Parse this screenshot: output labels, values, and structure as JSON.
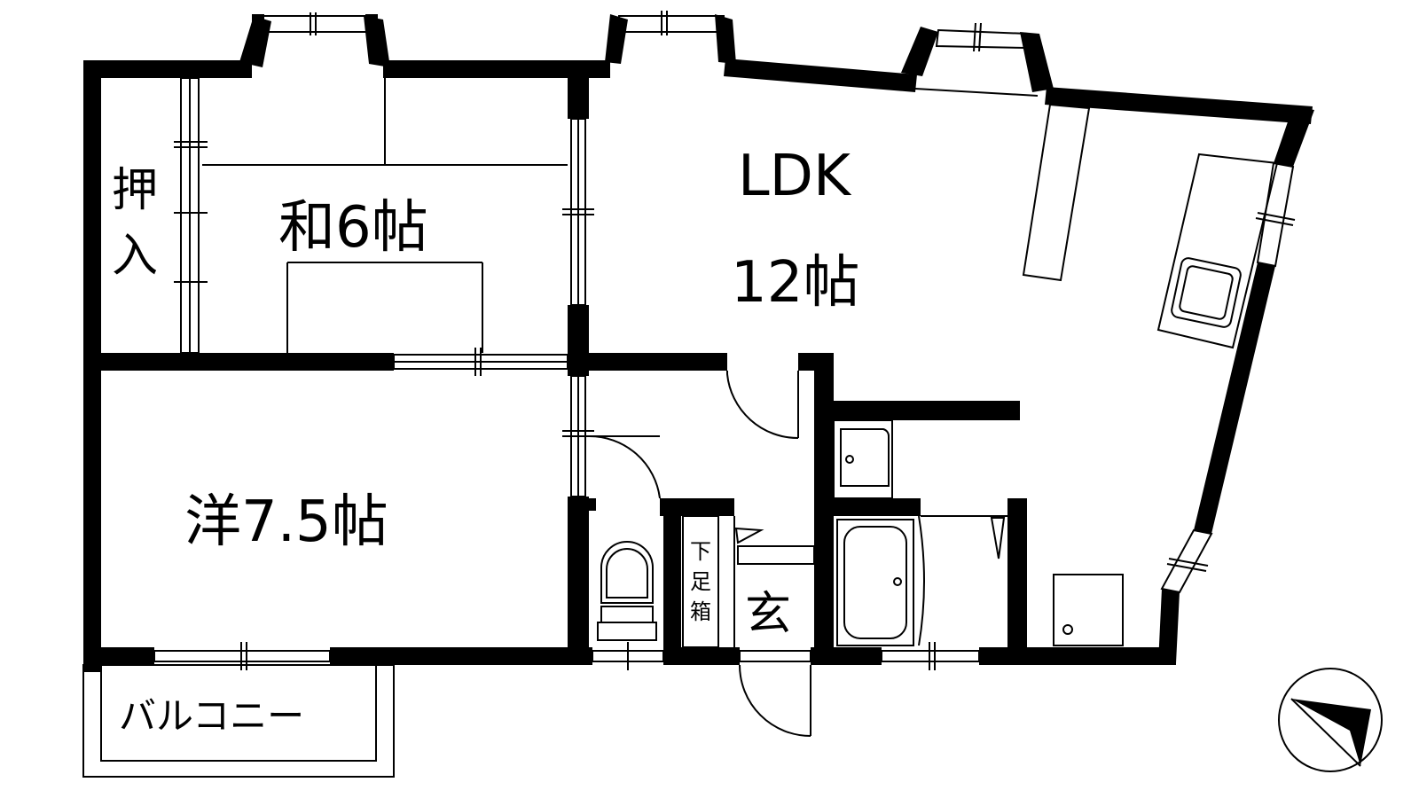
{
  "plan": {
    "rooms": {
      "washitsu": "和6帖",
      "oshiire": [
        "押",
        "入"
      ],
      "ldk_line1": "LDK",
      "ldk_line2": "12帖",
      "youshitsu": "洋7.5帖",
      "genkan": "玄",
      "getabako": [
        "下",
        "足",
        "箱"
      ],
      "balcony": "バルコニー"
    },
    "compass": {
      "icon": "north-arrow-icon",
      "direction": "south-east"
    }
  }
}
